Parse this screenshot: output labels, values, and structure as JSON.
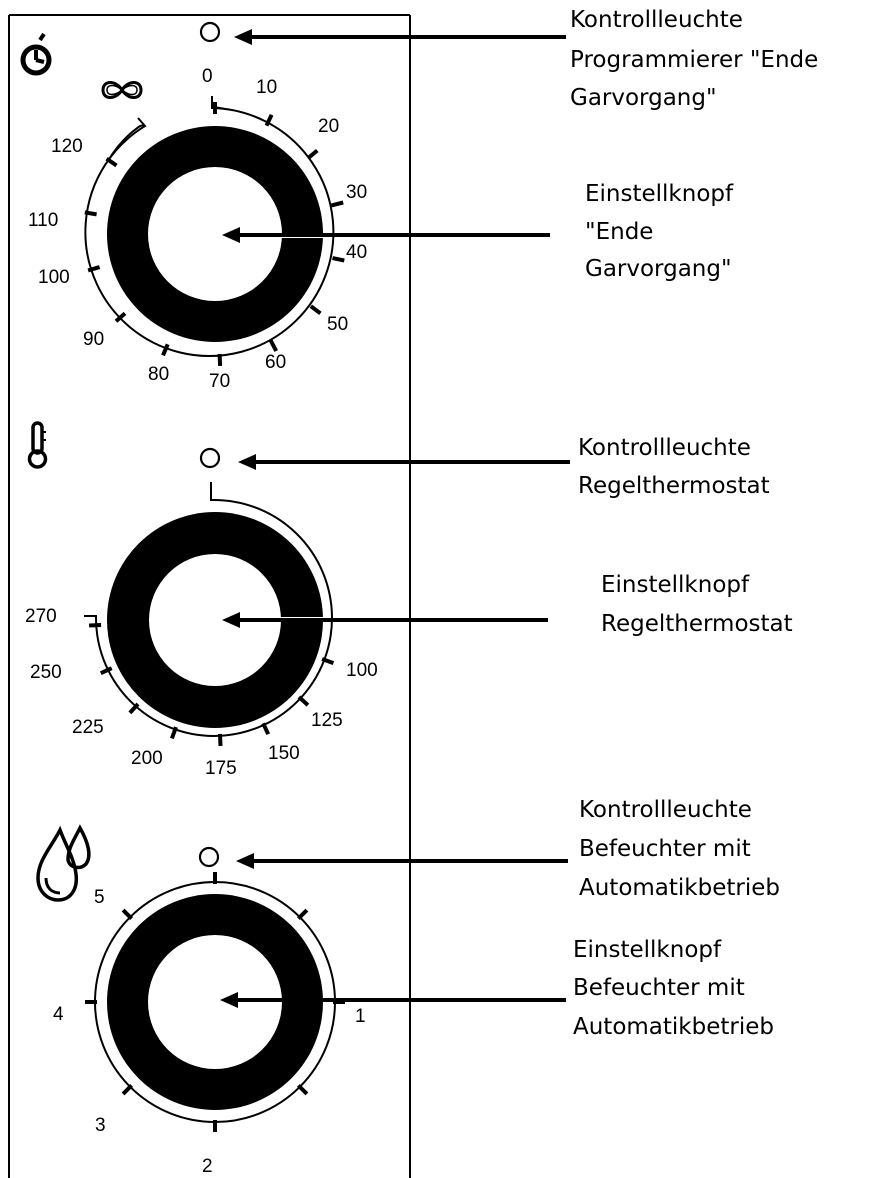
{
  "knobs": [
    {
      "id": "ende-garvorgang",
      "icon": "timer-icon",
      "secondary_icon": "infinity-icon",
      "scale_labels": [
        "0",
        "10",
        "20",
        "30",
        "40",
        "50",
        "60",
        "70",
        "80",
        "90",
        "100",
        "110",
        "120"
      ],
      "lamp_callout": [
        "Kontrollleuchte",
        "Programmierer \"Ende",
        "Garvorgang\""
      ],
      "knob_callout": [
        "Einstellknopf",
        " \"Ende",
        "Garvorgang\""
      ]
    },
    {
      "id": "regelthermostat",
      "icon": "thermometer-icon",
      "scale_labels": [
        "100",
        "125",
        "150",
        "175",
        "200",
        "225",
        "250",
        "270"
      ],
      "lamp_callout": [
        "Kontrollleuchte",
        "Regelthermostat"
      ],
      "knob_callout": [
        "Einstellknopf",
        "Regelthermostat"
      ]
    },
    {
      "id": "befeuchter",
      "icon": "water-drops-icon",
      "scale_labels": [
        "1",
        "2",
        "3",
        "4",
        "5"
      ],
      "lamp_callout": [
        "Kontrollleuchte",
        "Befeuchter mit",
        "Automatikbetrieb"
      ],
      "knob_callout": [
        "Einstellknopf",
        "Befeuchter mit",
        "Automatikbetrieb"
      ]
    }
  ]
}
